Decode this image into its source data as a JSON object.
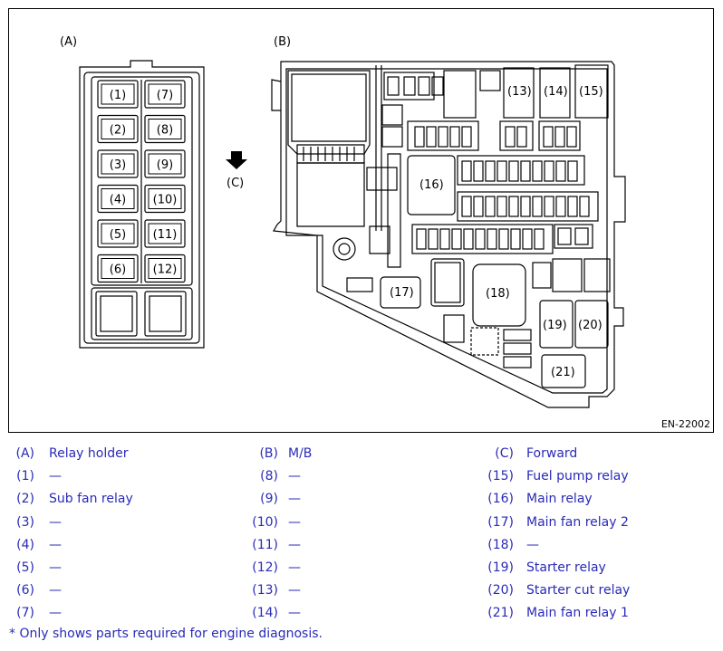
{
  "figure": {
    "label_a": "(A)",
    "label_b": "(B)",
    "label_c": "(C)",
    "code": "EN-22002",
    "relay_holder_slots": [
      "(1)",
      "(7)",
      "(2)",
      "(8)",
      "(3)",
      "(9)",
      "(4)",
      "(10)",
      "(5)",
      "(11)",
      "(6)",
      "(12)"
    ],
    "mb_labels": {
      "l13": "(13)",
      "l14": "(14)",
      "l15": "(15)",
      "l16": "(16)",
      "l17": "(17)",
      "l18": "(18)",
      "l19": "(19)",
      "l20": "(20)",
      "l21": "(21)"
    }
  },
  "legend": {
    "col1": [
      {
        "ref": "(A)",
        "text": "Relay holder"
      },
      {
        "ref": "(1)",
        "text": "—"
      },
      {
        "ref": "(2)",
        "text": "Sub fan relay"
      },
      {
        "ref": "(3)",
        "text": "—"
      },
      {
        "ref": "(4)",
        "text": "—"
      },
      {
        "ref": "(5)",
        "text": "—"
      },
      {
        "ref": "(6)",
        "text": "—"
      },
      {
        "ref": "(7)",
        "text": "—"
      }
    ],
    "col2": [
      {
        "ref": "(B)",
        "text": "M/B"
      },
      {
        "ref": "(8)",
        "text": "—"
      },
      {
        "ref": "(9)",
        "text": "—"
      },
      {
        "ref": "(10)",
        "text": "—"
      },
      {
        "ref": "(11)",
        "text": "—"
      },
      {
        "ref": "(12)",
        "text": "—"
      },
      {
        "ref": "(13)",
        "text": "—"
      },
      {
        "ref": "(14)",
        "text": "—"
      }
    ],
    "col3": [
      {
        "ref": "(C)",
        "text": "Forward"
      },
      {
        "ref": "(15)",
        "text": "Fuel pump relay"
      },
      {
        "ref": "(16)",
        "text": "Main relay"
      },
      {
        "ref": "(17)",
        "text": "Main fan relay 2"
      },
      {
        "ref": "(18)",
        "text": "—"
      },
      {
        "ref": "(19)",
        "text": "Starter relay"
      },
      {
        "ref": "(20)",
        "text": "Starter cut relay"
      },
      {
        "ref": "(21)",
        "text": "Main fan relay 1"
      }
    ]
  },
  "note": "* Only shows parts required for engine diagnosis."
}
